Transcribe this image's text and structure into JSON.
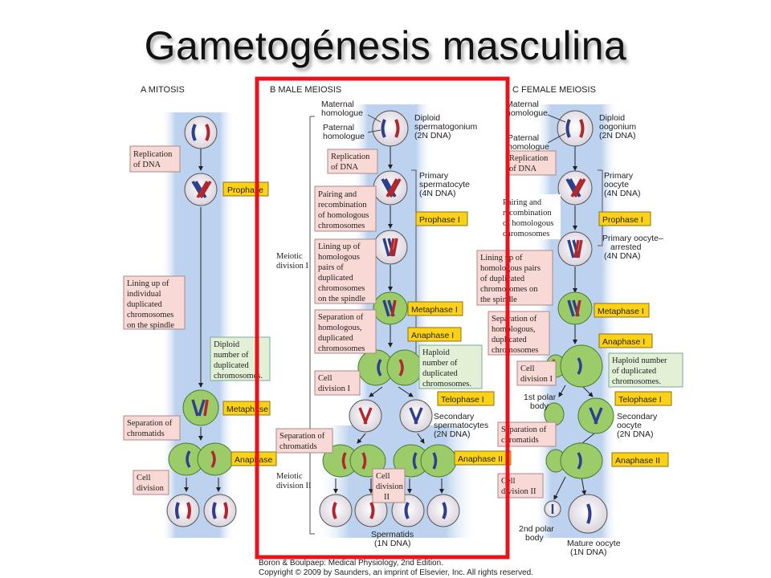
{
  "title": "Gametogénesis masculina",
  "headers": {
    "mitosis": "A  MITOSIS",
    "male": "B  MALE MEIOSIS",
    "female": "C  FEMALE MEIOSIS"
  },
  "phase_tags": {
    "mitosis": [
      "Prophase",
      "Metaphase",
      "Anaphase"
    ],
    "male": [
      "Prophase I",
      "Metaphase I",
      "Anaphase I",
      "Telophase I",
      "Anaphase II"
    ],
    "female": [
      "Prophase I",
      "Metaphase I",
      "Anaphase I",
      "Telophase I",
      "Anaphase II"
    ]
  },
  "mitosis_notes": {
    "replication": [
      "Replication",
      "of DNA"
    ],
    "lining": [
      "Lining up of",
      "individual",
      "duplicated",
      "chromosomes",
      "on the spindle"
    ],
    "diploid": [
      "Diploid",
      "number of",
      "duplicated",
      "chromosomes."
    ],
    "separation": [
      "Separation of",
      "chromatids"
    ],
    "division": [
      "Cell",
      "division"
    ]
  },
  "male_notes": {
    "replication": [
      "Replication",
      "of DNA"
    ],
    "pairing": [
      "Pairing and",
      "recombination",
      "of homologous",
      "chromosomes"
    ],
    "lining": [
      "Lining up of",
      "homologous",
      "pairs of",
      "duplicated",
      "chromosomes",
      "on the spindle"
    ],
    "separation": [
      "Separation of",
      "homologous,",
      "duplicated",
      "chromosomes"
    ],
    "haploid": [
      "Haploid",
      "number of",
      "duplicated",
      "chromosomes."
    ],
    "division1": [
      "Cell",
      "division I"
    ],
    "sep_chromatids": [
      "Separation of",
      "chromatids"
    ],
    "division2": [
      "Cell",
      "division",
      "II"
    ]
  },
  "male_labels": {
    "maternal": [
      "Maternal",
      "homologue"
    ],
    "paternal": [
      "Paternal",
      "homologue"
    ],
    "spermatogonium": [
      "Diploid",
      "spermatogonium",
      "(2N DNA)"
    ],
    "primary": [
      "Primary",
      "spermatocyte",
      "(4N DNA)"
    ],
    "meiotic1": [
      "Meiotic",
      "division I"
    ],
    "secondary": [
      "Secondary",
      "spermatocytes",
      "(2N DNA)"
    ],
    "meiotic2": [
      "Meiotic",
      "division II"
    ],
    "spermatids": [
      "Spermatids",
      "(1N DNA)"
    ]
  },
  "female_labels": {
    "maternal": [
      "Maternal",
      "homologue"
    ],
    "paternal": [
      "Paternal",
      "homologue"
    ],
    "oogonium": [
      "Diploid",
      "oogonium",
      "(2N DNA)"
    ],
    "primary": [
      "Primary",
      "oocyte",
      "(4N DNA)"
    ],
    "arrested": [
      "Primary oocyte–",
      "arrested",
      "(4N DNA)"
    ],
    "polar1": [
      "1st polar",
      "body"
    ],
    "secondary": [
      "Secondary",
      "oocyte",
      "(2N DNA)"
    ],
    "polar2": [
      "2nd polar",
      "body"
    ],
    "mature": [
      "Mature oocyte",
      "(1N DNA)"
    ]
  },
  "female_notes": {
    "replication": [
      "Replication",
      "of DNA"
    ],
    "pairing": [
      "Pairing and",
      "recombination",
      "of homologous",
      "chromosomes"
    ],
    "lining": [
      "Lining up of",
      "homologous pairs",
      "of duplicated",
      "chromosomes on",
      "the spindle"
    ],
    "separation": [
      "Separation of",
      "homologous,",
      "duplicated",
      "chromosomes"
    ],
    "haploid": [
      "Haploid number",
      "of duplicated",
      "chromosomes."
    ],
    "division1": [
      "Cell",
      "division I"
    ],
    "sep_chromatids": [
      "Separation of",
      "chromatids"
    ],
    "division2": [
      "Cell",
      "division II"
    ]
  },
  "credits": [
    "Boron & Boulpaep: Medical Physiology, 2nd Edition.",
    "Copyright © 2009 by Saunders, an imprint of Elsevier, Inc. All rights reserved."
  ],
  "colors": {
    "highlight": "#e8141c",
    "tag_fill": "#fcd116",
    "note_fill": "#f9d9d6",
    "band": "#bcd2ee",
    "maternal": "#2f3f8f",
    "paternal": "#b0282e",
    "spindle": "#9ccc6a"
  }
}
